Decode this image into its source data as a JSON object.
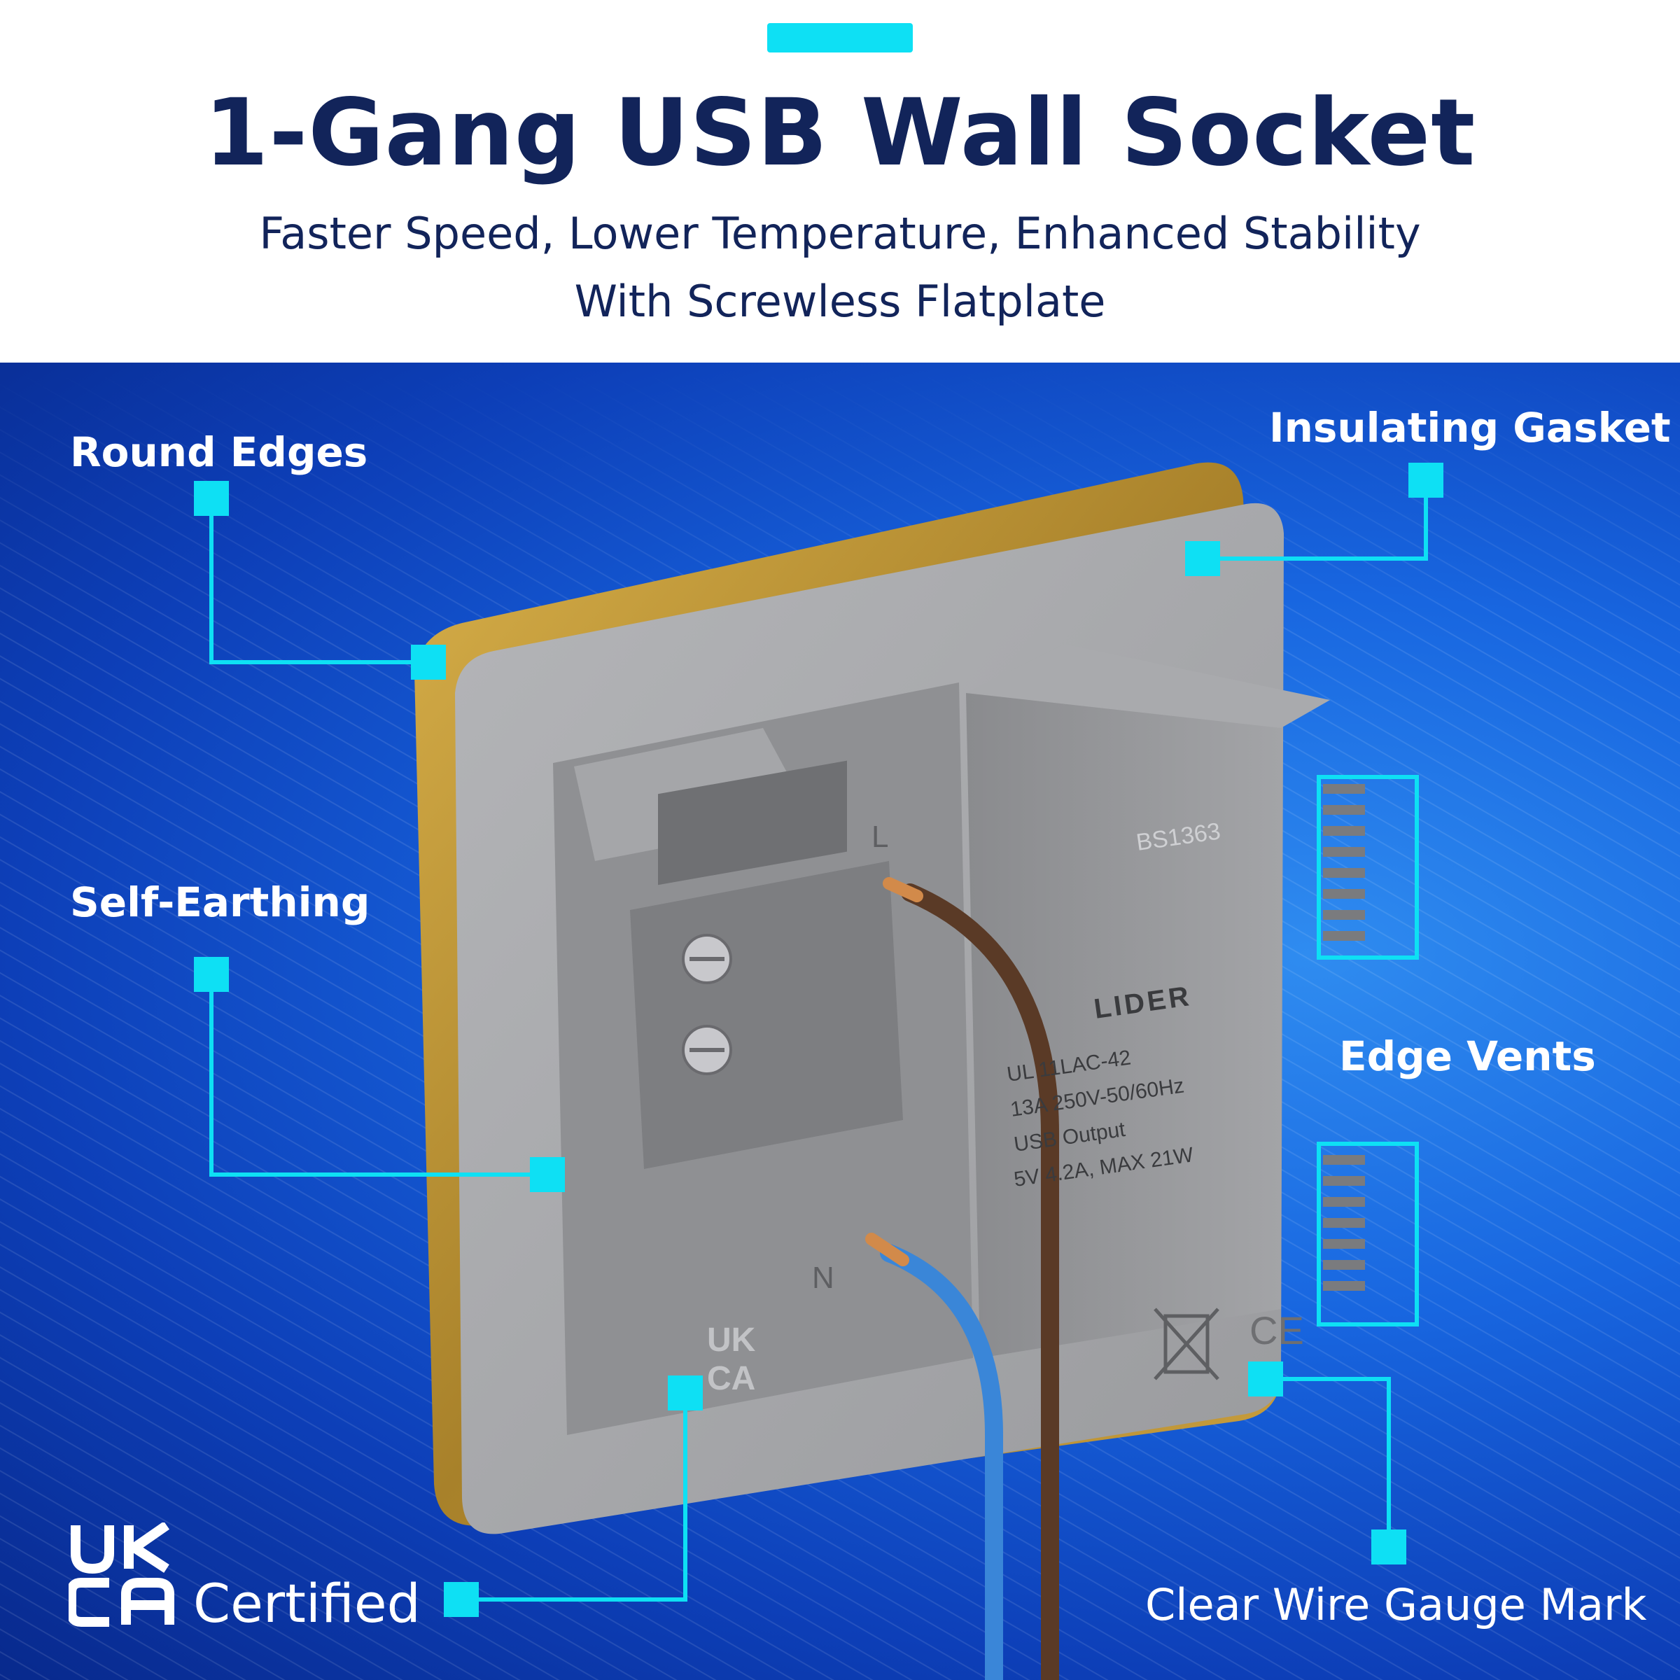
{
  "header": {
    "title": "1-Gang USB Wall Socket",
    "subtitle_line1": "Faster Speed, Lower Temperature, Enhanced Stability",
    "subtitle_line2": "With Screwless Flatplate"
  },
  "callouts": {
    "round_edges": "Round Edges",
    "insulating_gasket": "Insulating Gasket",
    "self_earthing": "Self-Earthing",
    "edge_vents": "Edge Vents",
    "certified": "Certified",
    "clear_wire_gauge_mark": "Clear Wire Gauge Mark"
  },
  "product_labels": {
    "standard": "BS1363",
    "brand": "LIDER",
    "model": "UL 11LAC-42",
    "rating": "13A 250V-50/60Hz",
    "usb_output_label": "USB Output",
    "usb_output_spec": "5V 4.2A, MAX 21W",
    "terminal_live": "L",
    "terminal_neutral": "N",
    "cert_mark_line1": "UK",
    "cert_mark_line2": "CA",
    "ce_mark": "CE"
  },
  "colors": {
    "accent": "#0ee0f4",
    "title_text": "#12245a",
    "panel_blue": "#1866e0",
    "plate_gold": "#b08a2e",
    "housing_grey": "#8e8f92",
    "wire_brown": "#5a3a26",
    "wire_blue": "#3a86d8"
  }
}
